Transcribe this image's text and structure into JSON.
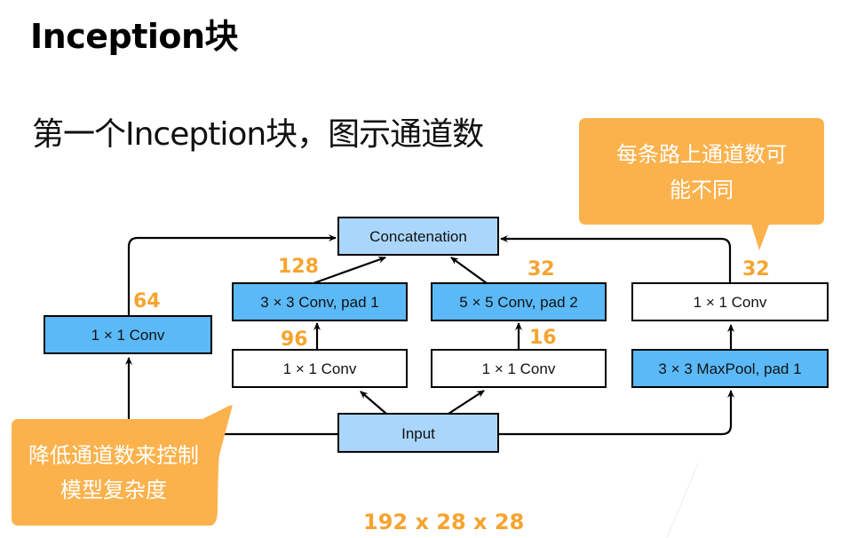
{
  "slide": {
    "title": "Inception块",
    "subtitle": "第一个Inception块，图示通道数"
  },
  "diagram": {
    "nodes": {
      "concat": "Concatenation",
      "input": "Input",
      "path1_conv1": "1 × 1 Conv",
      "path2_conv1": "1 × 1 Conv",
      "path2_conv3": "3 × 3 Conv, pad 1",
      "path3_conv1": "1 × 1 Conv",
      "path3_conv5": "5 × 5 Conv, pad 2",
      "path4_pool": "3 × 3 MaxPool, pad 1",
      "path4_conv1": "1 × 1 Conv"
    },
    "channels": {
      "path1_out": "64",
      "path2_mid": "96",
      "path2_out": "128",
      "path3_mid": "16",
      "path3_out": "32",
      "path4_out": "32"
    },
    "input_shape": "192 x 28 x 28",
    "colors": {
      "dark_blue": "#5bb9f8",
      "light_blue": "#aad6fb",
      "white": "#ffffff",
      "accent_orange": "#f5a42f",
      "callout_orange": "#fbb24c"
    }
  },
  "callouts": {
    "top_right": [
      "每条路上通道数可",
      "能不同"
    ],
    "bottom_left": [
      "降低通道数来控制",
      "模型复杂度"
    ]
  }
}
